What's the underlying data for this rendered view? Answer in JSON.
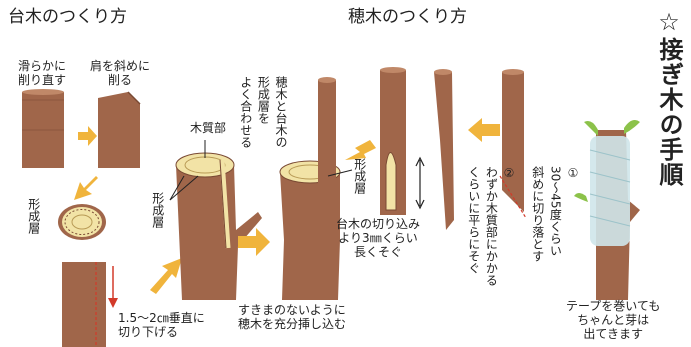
{
  "headers": {
    "rootstock": "台木のつくり方",
    "scion": "穂木のつくり方"
  },
  "title_vertical": "☆接ぎ木の手順",
  "labels": {
    "smooth_cut": [
      "滑らかに",
      "削り直す"
    ],
    "shoulder_cut": [
      "肩を斜めに",
      "削る"
    ],
    "cambium": "形成層",
    "xylem": "木質部",
    "cambium_right": "形成層",
    "cambium_scion": "形成層",
    "vertical_cut": [
      "1.5〜2㎝垂直に",
      "切り下げる"
    ],
    "no_gap": [
      "すきまのないように",
      "穂木を充分挿し込む"
    ],
    "match_cambium": [
      "穂木と台木の",
      "形成層を",
      "よく合わせる"
    ],
    "rootstock_cut": [
      "台木の切り込み",
      "より3㎜くらい",
      "長くそぐ"
    ],
    "step2": [
      "②",
      "わずか木質部にかかる",
      "くらいに平らにそぐ"
    ],
    "step1": [
      "①",
      "30〜45度くらい",
      "斜めに切り落とす"
    ],
    "tape": [
      "テープを巻いても",
      "ちゃんと芽は",
      "出てきます"
    ]
  },
  "colors": {
    "bark": "#a0664a",
    "bark_dark": "#7a4a34",
    "wood": "#f2e3a6",
    "arrow": "#f0b43c",
    "red_line": "#d23a2a",
    "tape": "#cfe6ea",
    "leaf": "#8cc24a"
  }
}
